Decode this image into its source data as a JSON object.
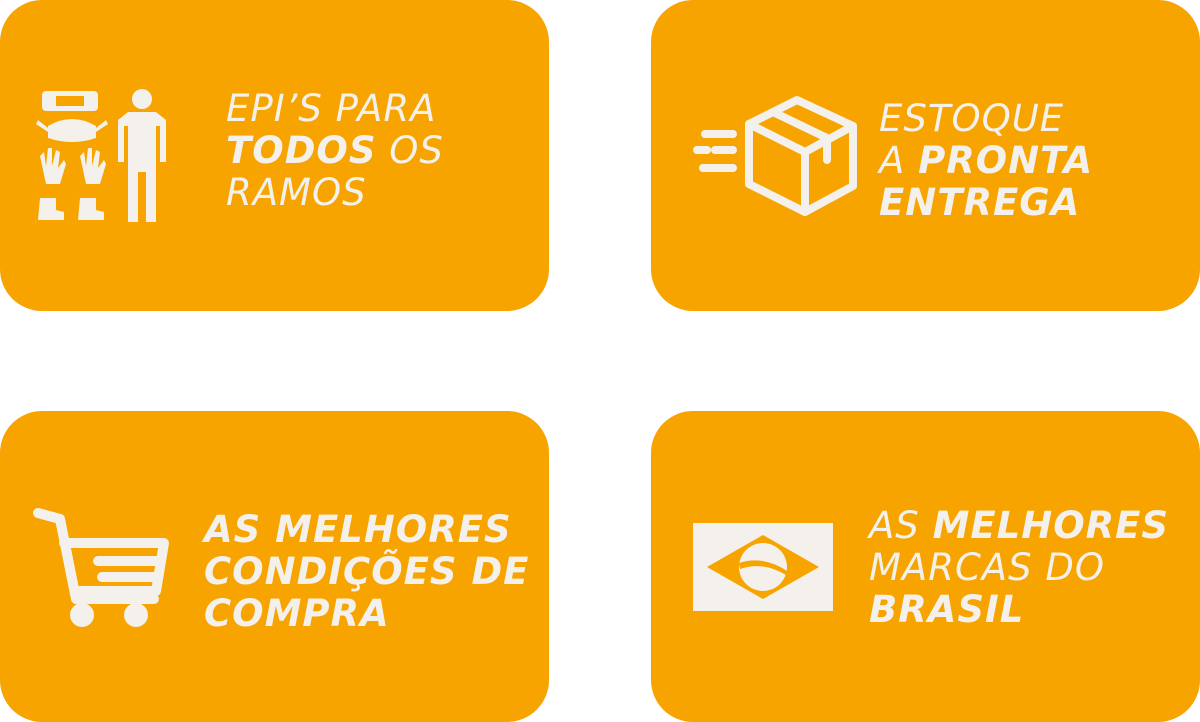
{
  "colors": {
    "card": "#f7a300",
    "foreground": "#f4f1ec",
    "background": "#ffffff"
  },
  "cards": [
    {
      "icon": "ppe-equipment-icon",
      "lines": [
        [
          {
            "text": "EPI’S PARA",
            "weight": "regular"
          }
        ],
        [
          {
            "text": "TODOS",
            "weight": "bold"
          },
          {
            "text": " OS",
            "weight": "regular"
          }
        ],
        [
          {
            "text": "RAMOS",
            "weight": "regular"
          }
        ]
      ]
    },
    {
      "icon": "fast-delivery-box-icon",
      "lines": [
        [
          {
            "text": "ESTOQUE",
            "weight": "regular"
          }
        ],
        [
          {
            "text": "A ",
            "weight": "regular"
          },
          {
            "text": "PRONTA",
            "weight": "bold"
          }
        ],
        [
          {
            "text": "ENTREGA",
            "weight": "bold"
          }
        ]
      ]
    },
    {
      "icon": "shopping-cart-icon",
      "lines": [
        [
          {
            "text": "AS MELHORES",
            "weight": "bold"
          }
        ],
        [
          {
            "text": "CONDIÇÕES DE",
            "weight": "bold"
          }
        ],
        [
          {
            "text": "COMPRA",
            "weight": "bold"
          }
        ]
      ]
    },
    {
      "icon": "brazil-flag-icon",
      "lines": [
        [
          {
            "text": "AS ",
            "weight": "regular"
          },
          {
            "text": "MELHORES",
            "weight": "bold"
          }
        ],
        [
          {
            "text": "MARCAS DO",
            "weight": "regular"
          }
        ],
        [
          {
            "text": "BRASIL",
            "weight": "bold"
          }
        ]
      ]
    }
  ]
}
